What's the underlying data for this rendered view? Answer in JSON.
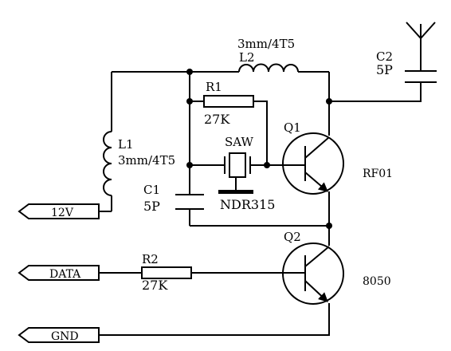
{
  "ports": {
    "vcc": "12V",
    "data": "DATA",
    "gnd": "GND"
  },
  "components": {
    "l1": {
      "ref": "L1",
      "value": "3mm/4T5"
    },
    "l2": {
      "ref": "L2",
      "value": "3mm/4T5"
    },
    "r1": {
      "ref": "R1",
      "value": "27K"
    },
    "r2": {
      "ref": "R2",
      "value": "27K"
    },
    "c1": {
      "ref": "C1",
      "value": "5P"
    },
    "c2": {
      "ref": "C2",
      "value": "5P"
    },
    "saw": {
      "ref": "SAW",
      "value": "NDR315"
    },
    "q1": {
      "ref": "Q1",
      "value": "RF01"
    },
    "q2": {
      "ref": "Q2",
      "value": "8050"
    }
  }
}
